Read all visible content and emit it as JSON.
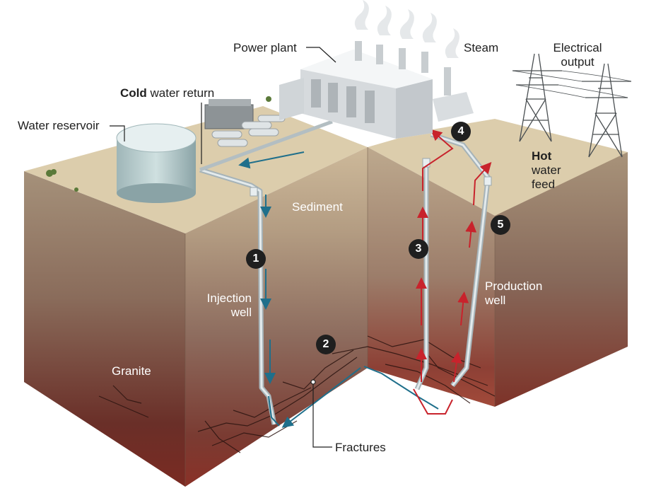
{
  "labels": {
    "power_plant": "Power plant",
    "steam": "Steam",
    "electrical_output_line1": "Electrical",
    "electrical_output_line2": "output",
    "cold_water_return_bold": "Cold",
    "cold_water_return_rest": " water return",
    "water_reservoir": "Water reservoir",
    "hot_water_feed_bold": "Hot",
    "hot_water_feed_line2": "water",
    "hot_water_feed_line3": "feed",
    "sediment": "Sediment",
    "injection_well_line1": "Injection",
    "injection_well_line2": "well",
    "production_well_line1": "Production",
    "production_well_line2": "well",
    "granite": "Granite",
    "fractures": "Fractures"
  },
  "steps": [
    "1",
    "2",
    "3",
    "4",
    "5"
  ],
  "colors": {
    "cold_flow": "#1f6f8b",
    "hot_flow": "#c8232c",
    "ground_top": "#dccdac",
    "step_badge": "#1f1f1f"
  }
}
